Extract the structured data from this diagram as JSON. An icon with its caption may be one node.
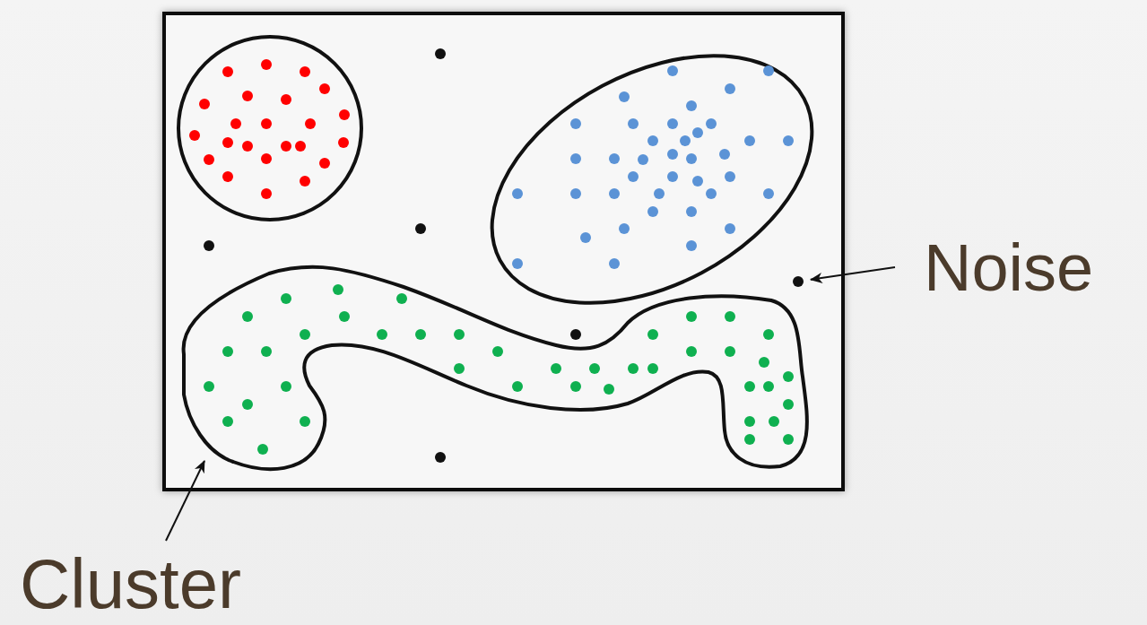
{
  "diagram": {
    "nodes": [
      {
        "text": [
          "Noise"
        ]
      },
      {
        "text": [],
        "shape": "circle"
      },
      {
        "text": [
          "Cluster"
        ]
      },
      {
        "text": [],
        "shape": "blob"
      }
    ],
    "edges": [
      {
        "from": 0,
        "to": 1,
        "arrow": "to"
      },
      {
        "from": 2,
        "to": 3,
        "arrow": "to"
      }
    ]
  }
}
